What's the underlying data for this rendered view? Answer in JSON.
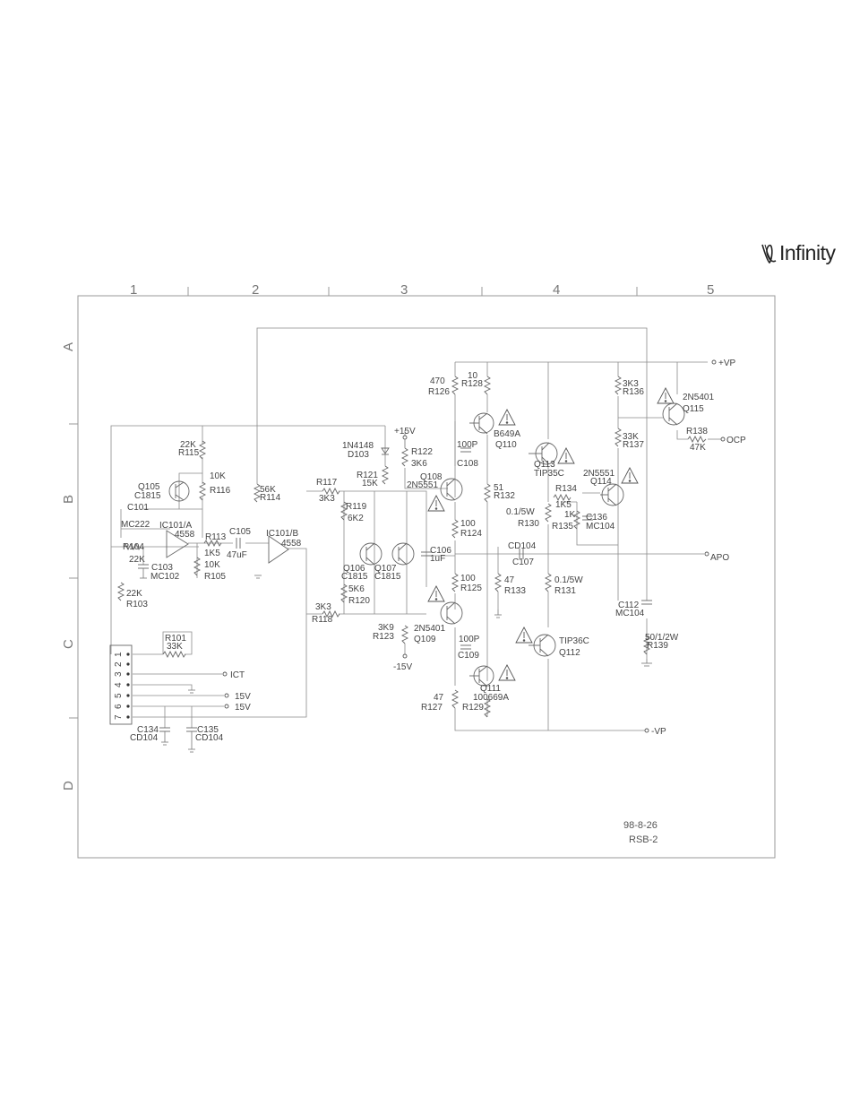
{
  "brand": {
    "logo_text": "Infinity",
    "logo_icon": "infinity-wave-logo-icon"
  },
  "grid": {
    "columns": [
      "1",
      "2",
      "3",
      "4",
      "5"
    ],
    "rows": [
      "A",
      "B",
      "C",
      "D"
    ]
  },
  "connector": {
    "pins": [
      "1",
      "2",
      "3",
      "4",
      "5",
      "6",
      "7"
    ],
    "net_labels": [
      "ICT",
      "15V",
      "15V"
    ]
  },
  "nets": {
    "plus_vp": "+VP",
    "minus_vp": "-VP",
    "ocp": "OCP",
    "apo": "APO",
    "plus_15v": "+15V",
    "minus_15v": "-15V"
  },
  "components": [
    {
      "id": "r126",
      "text": "470"
    },
    {
      "id": "r126n",
      "text": "R126"
    },
    {
      "id": "r128",
      "text": "10"
    },
    {
      "id": "r128n",
      "text": "R128"
    },
    {
      "id": "r136",
      "text": "3K3"
    },
    {
      "id": "r136n",
      "text": "R136"
    },
    {
      "id": "q115",
      "text": "2N5401"
    },
    {
      "id": "q115n",
      "text": "Q115"
    },
    {
      "id": "r137",
      "text": "33K"
    },
    {
      "id": "r137n",
      "text": "R137"
    },
    {
      "id": "r138n",
      "text": "R138"
    },
    {
      "id": "r138",
      "text": "47K"
    },
    {
      "id": "q110",
      "text": "B649A"
    },
    {
      "id": "q110n",
      "text": "Q110"
    },
    {
      "id": "c108",
      "text": "100P"
    },
    {
      "id": "c108n",
      "text": "C108"
    },
    {
      "id": "q113n",
      "text": "Q113"
    },
    {
      "id": "q113",
      "text": "TIP35C"
    },
    {
      "id": "q114",
      "text": "2N5551"
    },
    {
      "id": "q114n",
      "text": "Q114"
    },
    {
      "id": "r115",
      "text": "22K"
    },
    {
      "id": "r115n",
      "text": "R115"
    },
    {
      "id": "d103",
      "text": "1N4148"
    },
    {
      "id": "d103n",
      "text": "D103"
    },
    {
      "id": "r122n",
      "text": "R122"
    },
    {
      "id": "r122",
      "text": "3K6"
    },
    {
      "id": "r121n",
      "text": "R121"
    },
    {
      "id": "r121",
      "text": "15K"
    },
    {
      "id": "q108n",
      "text": "Q108"
    },
    {
      "id": "q108",
      "text": "2N5551"
    },
    {
      "id": "r116",
      "text": "10K"
    },
    {
      "id": "r116n",
      "text": "R116"
    },
    {
      "id": "r114",
      "text": "56K"
    },
    {
      "id": "r114n",
      "text": "R114"
    },
    {
      "id": "q105n",
      "text": "Q105"
    },
    {
      "id": "q105",
      "text": "C1815"
    },
    {
      "id": "r117n",
      "text": "R117"
    },
    {
      "id": "r117",
      "text": "3K3"
    },
    {
      "id": "r132",
      "text": "51"
    },
    {
      "id": "r132n",
      "text": "R132"
    },
    {
      "id": "r134n",
      "text": "R134"
    },
    {
      "id": "r134",
      "text": "1K5"
    },
    {
      "id": "r130",
      "text": "0.1/5W"
    },
    {
      "id": "r130n",
      "text": "R130"
    },
    {
      "id": "r135",
      "text": "1K"
    },
    {
      "id": "r135n",
      "text": "R135"
    },
    {
      "id": "c136n",
      "text": "C136"
    },
    {
      "id": "c136",
      "text": "MC104"
    },
    {
      "id": "c101",
      "text": "C101"
    },
    {
      "id": "c101v",
      "text": "MC222"
    },
    {
      "id": "ic101a",
      "text": "IC101/A"
    },
    {
      "id": "ic101av",
      "text": "4558"
    },
    {
      "id": "r119n",
      "text": "R119"
    },
    {
      "id": "r119",
      "text": "6K2"
    },
    {
      "id": "r124v",
      "text": "100"
    },
    {
      "id": "r124n",
      "text": "R124"
    },
    {
      "id": "r104n",
      "text": "R104"
    },
    {
      "id": "r104",
      "text": "22K"
    },
    {
      "id": "r113n",
      "text": "R113"
    },
    {
      "id": "r113",
      "text": "1K5"
    },
    {
      "id": "c105n",
      "text": "C105"
    },
    {
      "id": "c105",
      "text": "47uF"
    },
    {
      "id": "ic101b",
      "text": "IC101/B"
    },
    {
      "id": "ic101bv",
      "text": "4558"
    },
    {
      "id": "c106n",
      "text": "C106"
    },
    {
      "id": "c106",
      "text": "1uF"
    },
    {
      "id": "c104",
      "text": "CD104"
    },
    {
      "id": "c107",
      "text": "C107"
    },
    {
      "id": "c103n",
      "text": "C103"
    },
    {
      "id": "c103",
      "text": "MC102"
    },
    {
      "id": "r105v",
      "text": "10K"
    },
    {
      "id": "r105n",
      "text": "R105"
    },
    {
      "id": "q106n",
      "text": "Q106"
    },
    {
      "id": "q106",
      "text": "C1815"
    },
    {
      "id": "q107n",
      "text": "Q107"
    },
    {
      "id": "q107",
      "text": "C1815"
    },
    {
      "id": "r125v",
      "text": "100"
    },
    {
      "id": "r125n",
      "text": "R125"
    },
    {
      "id": "r133v",
      "text": "47"
    },
    {
      "id": "r133n",
      "text": "R133"
    },
    {
      "id": "r131v",
      "text": "0.1/5W"
    },
    {
      "id": "r131n",
      "text": "R131"
    },
    {
      "id": "r103v",
      "text": "22K"
    },
    {
      "id": "r103n",
      "text": "R103"
    },
    {
      "id": "r120v",
      "text": "5K6"
    },
    {
      "id": "r120n",
      "text": "R120"
    },
    {
      "id": "c112n",
      "text": "C112"
    },
    {
      "id": "c112",
      "text": "MC104"
    },
    {
      "id": "r118v",
      "text": "3K3"
    },
    {
      "id": "r118n",
      "text": "R118"
    },
    {
      "id": "r123v",
      "text": "3K9"
    },
    {
      "id": "r123n",
      "text": "R123"
    },
    {
      "id": "q109",
      "text": "2N5401"
    },
    {
      "id": "q109n",
      "text": "Q109"
    },
    {
      "id": "r101n",
      "text": "R101"
    },
    {
      "id": "r101",
      "text": "33K"
    },
    {
      "id": "c109v",
      "text": "100P"
    },
    {
      "id": "c109n",
      "text": "C109"
    },
    {
      "id": "q112",
      "text": "TIP36C"
    },
    {
      "id": "q112n",
      "text": "Q112"
    },
    {
      "id": "r139v",
      "text": "50/1/2W"
    },
    {
      "id": "r139n",
      "text": "R139"
    },
    {
      "id": "q111n",
      "text": "Q111"
    },
    {
      "id": "q111",
      "text": "100669A"
    },
    {
      "id": "r127v",
      "text": "47"
    },
    {
      "id": "r127n",
      "text": "R127"
    },
    {
      "id": "r129n",
      "text": "R129"
    },
    {
      "id": "c134n",
      "text": "C134"
    },
    {
      "id": "c134",
      "text": "CD104"
    },
    {
      "id": "c135n",
      "text": "C135"
    },
    {
      "id": "c135",
      "text": "CD104"
    }
  ],
  "stamp": {
    "date": "98-8-26",
    "code": "RSB-2"
  }
}
